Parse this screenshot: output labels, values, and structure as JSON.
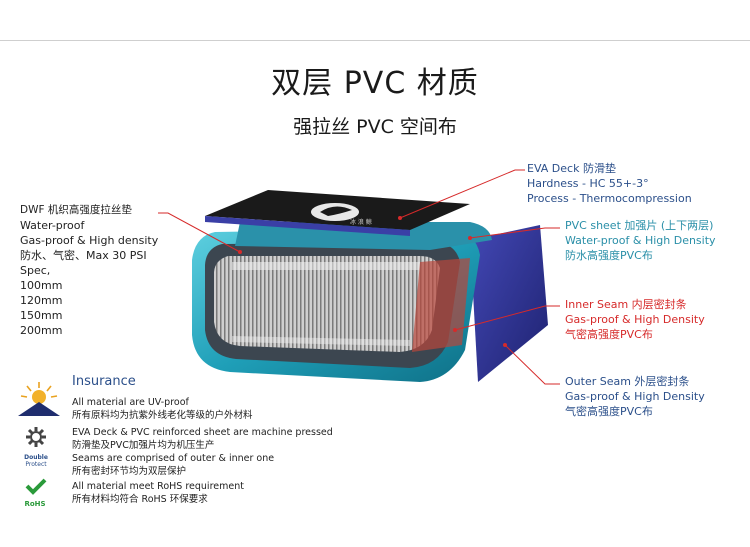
{
  "title": "双层 PVC 材质",
  "subtitle": "强拉丝 PVC 空间布",
  "deck_logo_text": "冰 浪 鲸",
  "labels": {
    "dwf": {
      "heading": "DWF 机织高强度拉丝垫",
      "lines": [
        "Water-proof",
        "Gas-proof & High density",
        "防水、气密、Max 30 PSI",
        "Spec,",
        "100mm",
        "120mm",
        "150mm",
        "200mm"
      ]
    },
    "eva": {
      "heading": "EVA Deck 防滑垫",
      "lines": [
        "Hardness - HC 55+-3°",
        "Process - Thermocompression"
      ]
    },
    "pvc_sheet": {
      "heading": "PVC sheet 加强片 (上下两层)",
      "lines": [
        "Water-proof & High Density",
        "防水高强度PVC布"
      ]
    },
    "inner_seam": {
      "heading": "Inner Seam 内层密封条",
      "lines": [
        "Gas-proof & High Density",
        "气密高强度PVC布"
      ]
    },
    "outer_seam": {
      "heading": "Outer Seam 外层密封条",
      "lines": [
        "Gas-proof & High Density",
        "气密高强度PVC布"
      ]
    }
  },
  "insurance": {
    "title": "Insurance",
    "items": [
      {
        "icon": "uv-sun-icon",
        "en": "All material are UV-proof",
        "cn": "所有原料均为抗紫外线老化等级的户外材料"
      },
      {
        "icon": "gear-icon",
        "en": "EVA Deck & PVC reinforced sheet are machine pressed",
        "cn": "防滑垫及PVC加强片均为机压生产"
      },
      {
        "icon": "double-protect-icon",
        "icon_text": [
          "Double",
          "Protect"
        ],
        "en": "Seams are comprised of outer & inner one",
        "cn": "所有密封环节均为双层保护"
      },
      {
        "icon": "rohs-icon",
        "icon_text": [
          "RoHS"
        ],
        "en": "All material meet RoHS requirement",
        "cn": "所有材料均符合 RoHS 环保要求"
      }
    ]
  },
  "colors": {
    "heading_blue": "#2b4f8a",
    "accent_red": "#d62a2a",
    "teal": "#2fb4c8",
    "navy": "#2b2f8e"
  }
}
